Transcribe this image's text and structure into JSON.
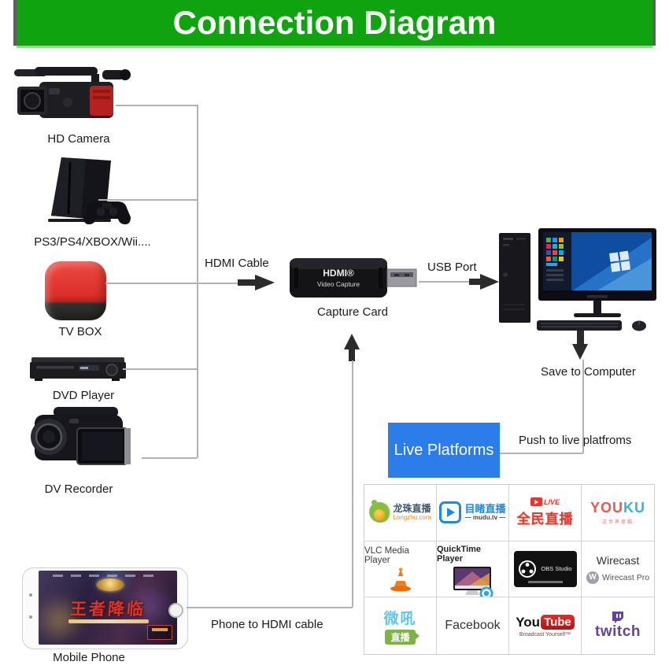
{
  "banner": {
    "title": "Connection Diagram",
    "green": "#0fa30f"
  },
  "sources": {
    "hd_camera": "HD Camera",
    "consoles": "PS3/PS4/XBOX/Wii....",
    "tv_box": "TV BOX",
    "dvd_player": "DVD Player",
    "dv_recorder": "DV Recorder",
    "mobile_phone": "Mobile Phone"
  },
  "center": {
    "hdmi_cable": "HDMI Cable",
    "capture_card": "Capture Card",
    "usb_port": "USB Port",
    "card_print_line1": "HDMI®",
    "card_print_line2": "Video Capture"
  },
  "right": {
    "save_to_computer": "Save to Computer",
    "push_to_live": "Push to live platfroms",
    "live_platforms": "Live Platforms",
    "live_blue": "#2b7de9"
  },
  "bottom": {
    "phone_to_hdmi": "Phone to HDMI cable",
    "phone_game_title": "王者降临"
  },
  "platforms": {
    "longzhu": {
      "name": "龙珠直播",
      "sub": "Longzhu.com"
    },
    "mudu": {
      "name": "目睹直播",
      "sub": "— mudu.tv —"
    },
    "quanmin": {
      "live": "LIVE",
      "name": "全民直播"
    },
    "youku": {
      "part1": "YOU",
      "part2": "KU",
      "sub": "·这世界很酷·"
    },
    "vlc": {
      "name": "VLC Media Player"
    },
    "quicktime": {
      "name": "QuickTime Player"
    },
    "obs": {
      "name": "OBS Studio"
    },
    "wirecast": {
      "name": "Wirecast",
      "initial": "W",
      "sub": "Wirecast Pro"
    },
    "vhall": {
      "name": "微吼",
      "sub": "直播"
    },
    "facebook": {
      "name": "Facebook"
    },
    "youtube": {
      "part1": "You",
      "part2": "Tube",
      "sub": "Broadcast Yourself™"
    },
    "twitch": {
      "name": "twitch"
    }
  }
}
